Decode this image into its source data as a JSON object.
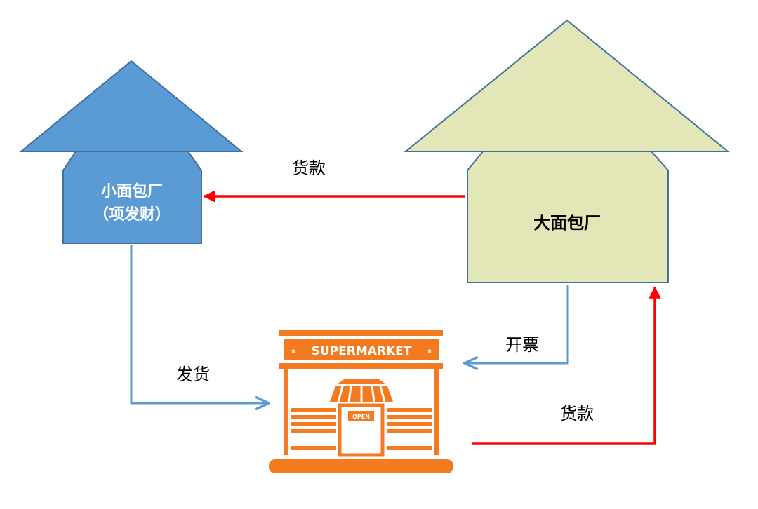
{
  "factories": {
    "small": {
      "name_line1": "小面包厂",
      "name_line2": "（项发财）",
      "fill": "#5b9bd5",
      "stroke": "#41719c"
    },
    "large": {
      "name": "大面包厂",
      "fill": "#e3e6b7",
      "stroke": "#41719c"
    }
  },
  "flows": {
    "payment_large_to_small": {
      "label": "货款",
      "color": "#ff0000"
    },
    "invoice_large_to_store": {
      "label": "开票",
      "color": "#5b9bd5"
    },
    "delivery_small_to_store": {
      "label": "发货",
      "color": "#5b9bd5"
    },
    "payment_store_to_large": {
      "label": "货款",
      "color": "#ff0000"
    }
  },
  "store": {
    "sign_text": "SUPERMARKET",
    "door_sign": "OPEN",
    "color": "#f47a20",
    "icon": "supermarket-storefront-icon"
  }
}
